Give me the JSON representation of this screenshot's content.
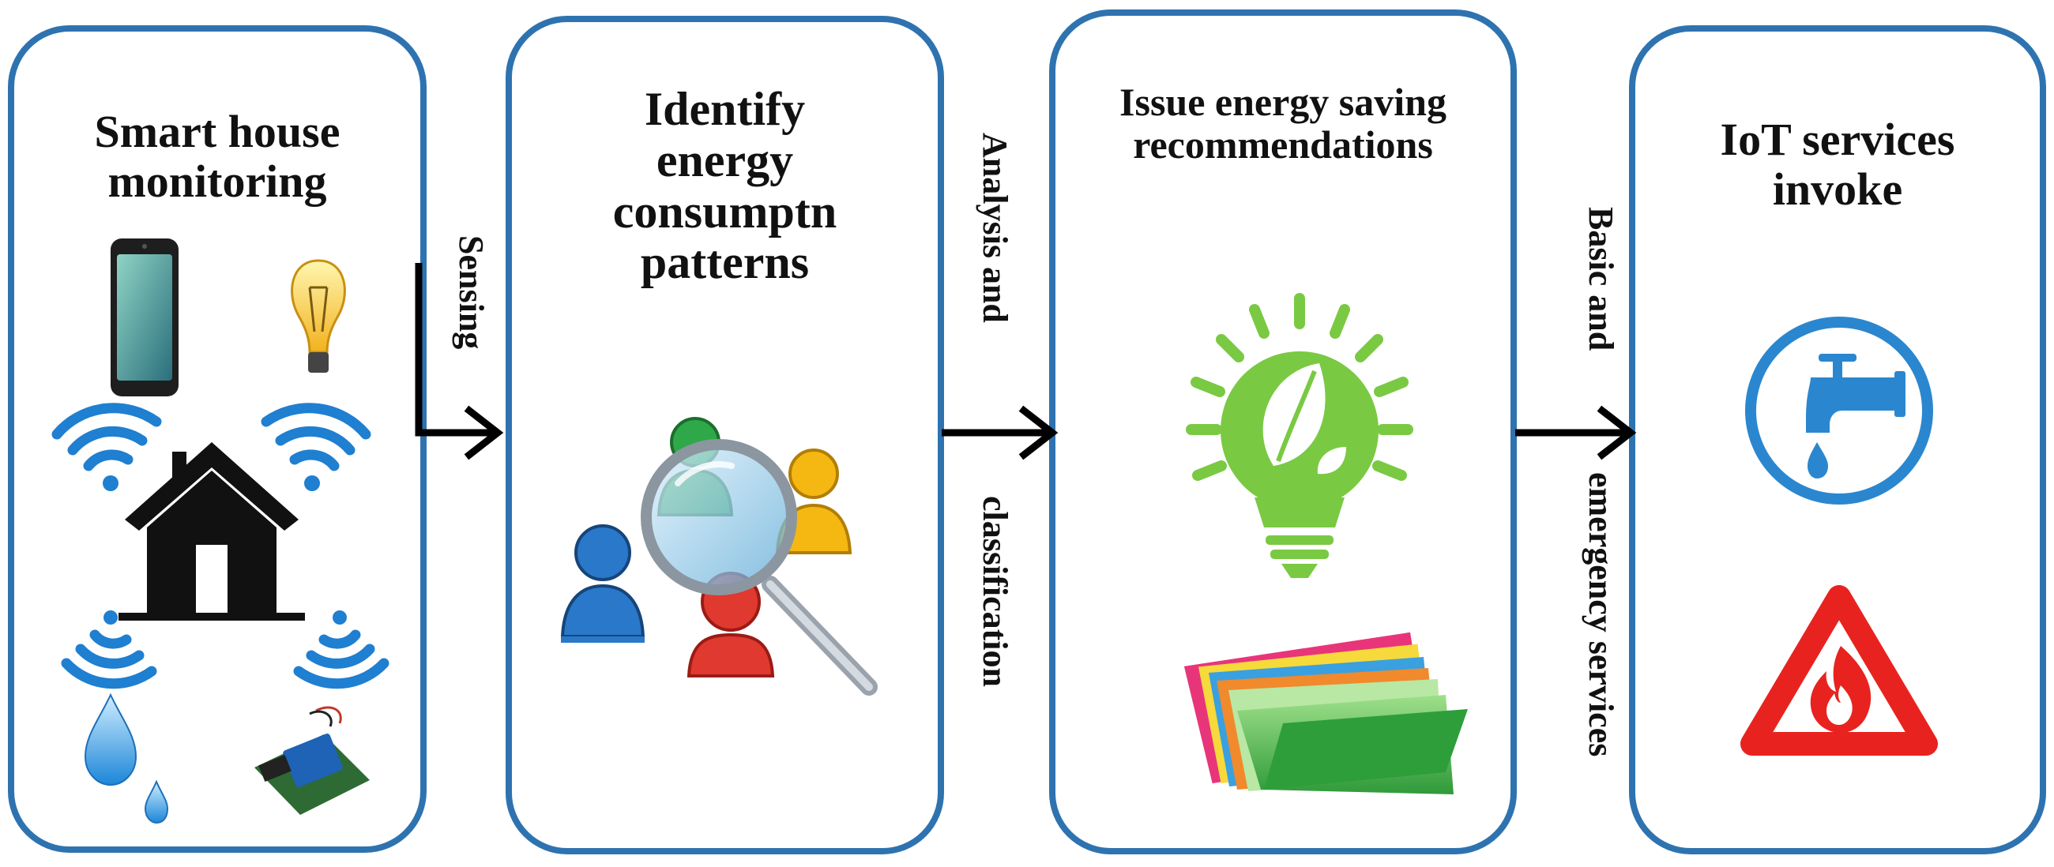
{
  "panels": [
    {
      "title": "Smart house monitoring"
    },
    {
      "title": "Identify energy consumptn patterns"
    },
    {
      "title": "Issue energy saving recommendations"
    },
    {
      "title": "IoT services invoke"
    }
  ],
  "connectors": {
    "sensing": "Sensing",
    "analysis_line1": "Analysis and",
    "analysis_line2": "classification",
    "services_line1": "Basic and",
    "services_line2": "emergency services"
  },
  "icons": {
    "panel1": [
      "smartphone-icon",
      "light-bulb-icon",
      "wifi-signal-icon",
      "house-icon",
      "water-drop-icon",
      "relay-module-icon"
    ],
    "panel2": [
      "people-icon",
      "magnifier-icon"
    ],
    "panel3": [
      "eco-bulb-icon",
      "folders-icon"
    ],
    "panel4": [
      "water-tap-icon",
      "fire-warning-icon"
    ]
  },
  "colors": {
    "panel_border": "#2e73b0",
    "wifi_blue": "#1f7fd0",
    "eco_green": "#7ac943",
    "warning_red": "#e8231f"
  }
}
